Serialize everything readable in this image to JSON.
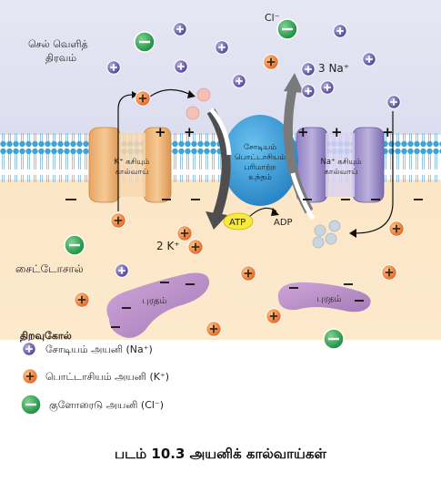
{
  "labels": {
    "extracellular": [
      "செல் வெளித்",
      "திரவம்"
    ],
    "cytosol": "சைட்டோசால்",
    "cl_top": "Cl⁻",
    "na3": "3 Na⁺",
    "k2": "2 K⁺",
    "atp": "ATP",
    "adp": "ADP",
    "k_channel": [
      "K⁺ கசியும்",
      "கால்வாய்"
    ],
    "na_channel": [
      "Na⁺ கசியும்",
      "கால்வாய்"
    ],
    "pump": [
      "சோடியம்",
      "பொட்டாசியம்",
      "பரிமாற்ற",
      "உந்தம்"
    ],
    "protein": "புரதம்"
  },
  "legend": {
    "title": "திறவுகோல்",
    "items": [
      {
        "symbol": "+",
        "color": "#5b4aa0",
        "label": "சோடியம் அயனி (Na⁺)"
      },
      {
        "symbol": "+",
        "color": "#ee7a2d",
        "label": "பொட்டாசியம் அயனி (K⁺)"
      },
      {
        "symbol": "−",
        "color": "#1f9a49",
        "label": "குளோரைடு அயனி (Cl⁻)"
      }
    ]
  },
  "colors": {
    "sodium": "#5b4aa0",
    "potassium": "#ee7a2d",
    "chloride": "#1f9a49",
    "protein": "#b58bc4",
    "membrane": "#4aa9d8",
    "pump": "#2f8fcf"
  },
  "caption": "படம் 10.3 அயனிக் கால்வாய்கள்"
}
